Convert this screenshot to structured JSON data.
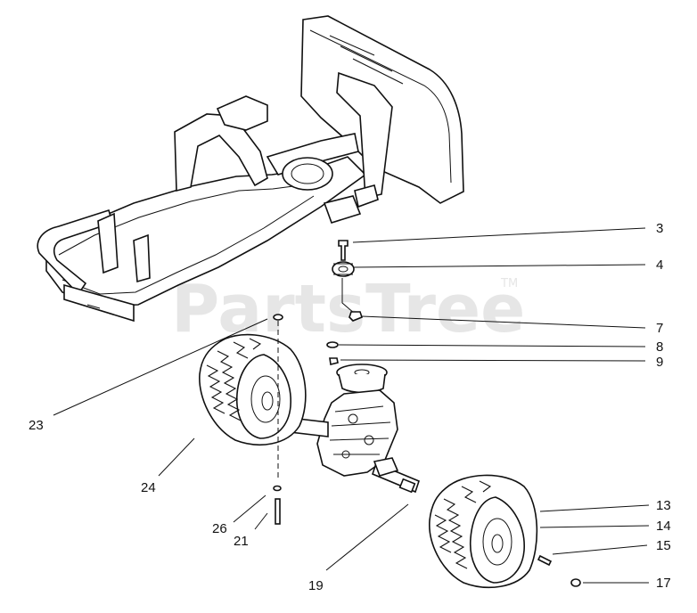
{
  "watermark": {
    "text": "PartsTree",
    "tm": "TM"
  },
  "callouts": [
    {
      "id": "3",
      "label": "3"
    },
    {
      "id": "4",
      "label": "4"
    },
    {
      "id": "7",
      "label": "7"
    },
    {
      "id": "8",
      "label": "8"
    },
    {
      "id": "9",
      "label": "9"
    },
    {
      "id": "13",
      "label": "13"
    },
    {
      "id": "14",
      "label": "14"
    },
    {
      "id": "15",
      "label": "15"
    },
    {
      "id": "17",
      "label": "17"
    },
    {
      "id": "19",
      "label": "19"
    },
    {
      "id": "21",
      "label": "21"
    },
    {
      "id": "23",
      "label": "23"
    },
    {
      "id": "24",
      "label": "24"
    },
    {
      "id": "26",
      "label": "26"
    }
  ]
}
